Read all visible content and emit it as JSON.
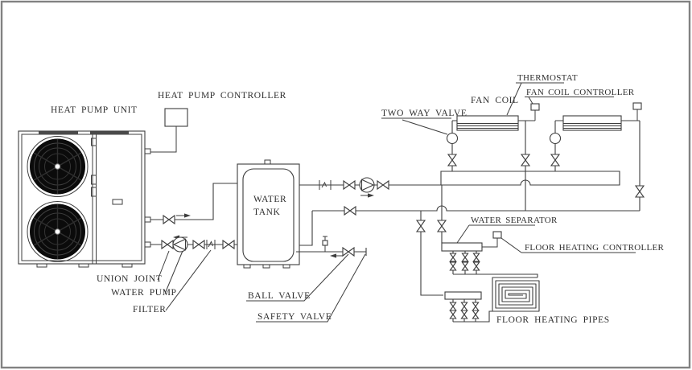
{
  "labels": {
    "heat_pump_unit": "HEAT PUMP UNIT",
    "heat_pump_controller": "HEAT PUMP CONTROLLER",
    "water_tank_line1": "WATER",
    "water_tank_line2": "TANK",
    "two_way_valve": "TWO WAY VALVE",
    "fan_coil": "FAN COIL",
    "thermostat": "THERMOSTAT",
    "fan_coil_controller": "FAN COIL CONTROLLER",
    "water_separator": "WATER SEPARATOR",
    "floor_heating_controller": "FLOOR HEATING CONTROLLER",
    "floor_heating_pipes": "FLOOR HEATING PIPES",
    "union_joint": "UNION JOINT",
    "water_pump": "WATER PUMP",
    "filter": "FILTER",
    "ball_valve": "BALL VALVE",
    "safety_valve": "SAFETY VALVE"
  },
  "colors": {
    "line": "#3d3d3d",
    "fan_fill": "#0b0b0b",
    "background": "#ffffff",
    "border": "#828282",
    "text": "#2e2e2e"
  }
}
